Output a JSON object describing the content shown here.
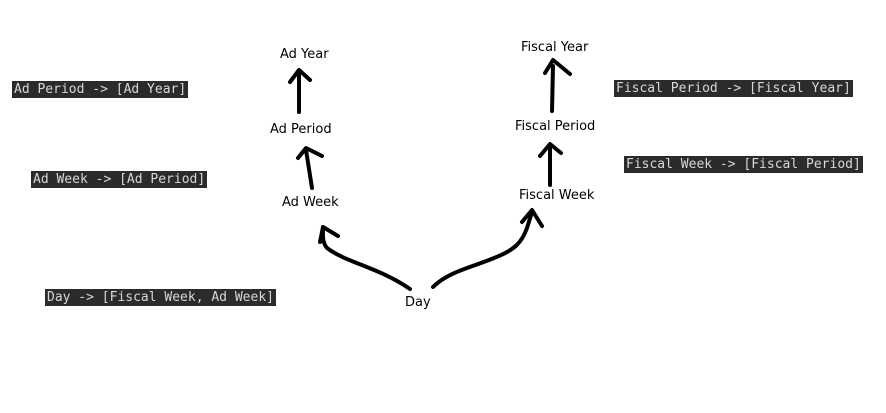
{
  "nodes": {
    "ad_year": "Ad Year",
    "ad_period": "Ad Period",
    "ad_week": "Ad Week",
    "fiscal_year": "Fiscal Year",
    "fiscal_period": "Fiscal Period",
    "fiscal_week": "Fiscal Week",
    "day": "Day"
  },
  "code_labels": {
    "ad_period_map": "Ad Period -> [Ad Year]",
    "ad_week_map": "Ad Week -> [Ad Period]",
    "day_map": "Day -> [Fiscal Week, Ad Week]",
    "fiscal_period_map": "Fiscal Period -> [Fiscal Year]",
    "fiscal_week_map": "Fiscal Week -> [Fiscal Period]"
  },
  "colors": {
    "code_background": "#2b2b2b",
    "code_text": "#d8d8d8",
    "arrow": "#000000"
  }
}
